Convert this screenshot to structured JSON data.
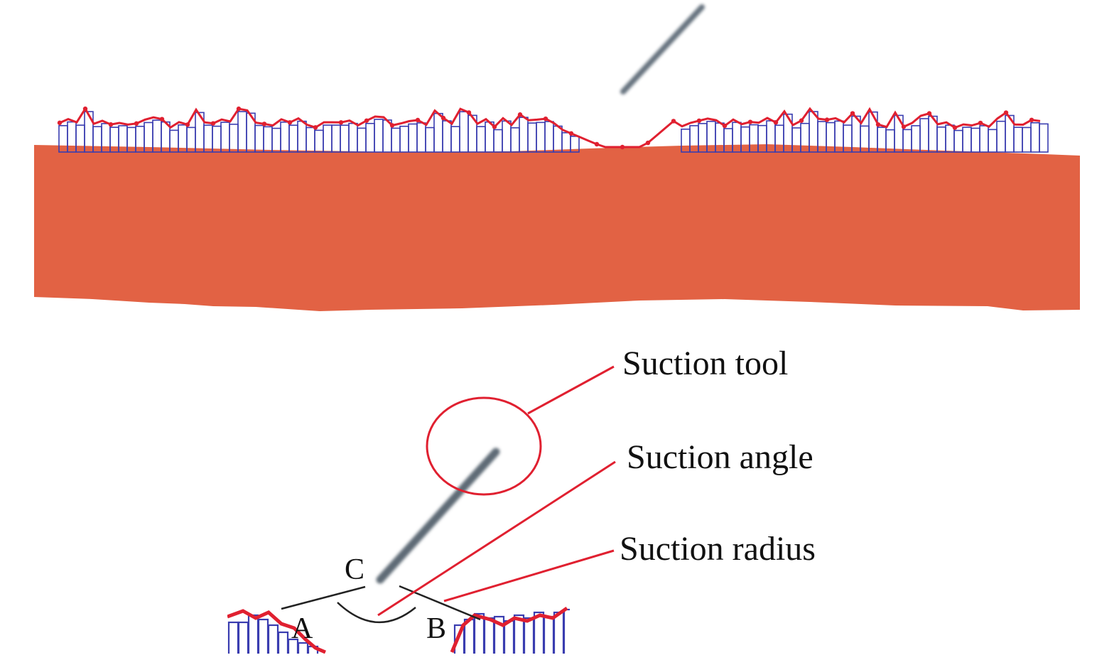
{
  "labels": {
    "suction_tool": "Suction tool",
    "suction_angle": "Suction angle",
    "suction_radius": "Suction radius",
    "point_a": "A",
    "point_b": "B",
    "point_c": "C"
  },
  "colors": {
    "substrate": "#e26244",
    "column_outline": "#3a3db0",
    "surface_profile": "#e02030",
    "tool": "#6f7c88",
    "leader": "#e02030",
    "construction_line": "#222222"
  }
}
